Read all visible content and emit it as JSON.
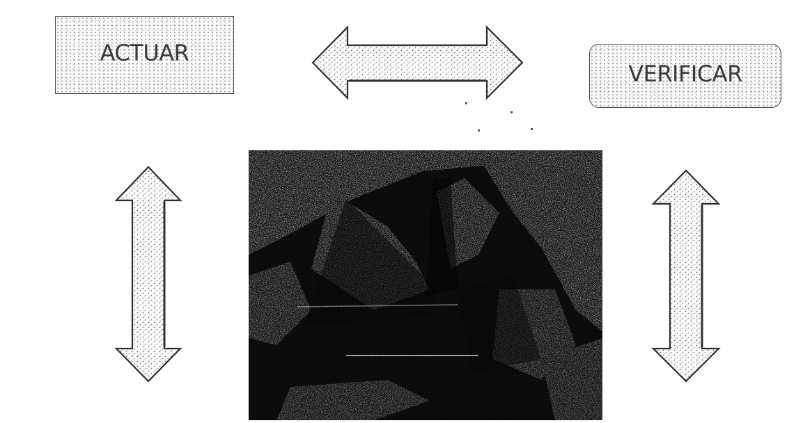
{
  "boxes": {
    "actuar": "ACTUAR",
    "verificar": "VERIFICAR"
  },
  "icons": {
    "horizontal_arrow": "double-headed-arrow-horizontal",
    "left_vertical_arrow": "double-headed-arrow-vertical",
    "right_vertical_arrow": "double-headed-arrow-vertical"
  },
  "colors": {
    "ink": "#3a3a3a",
    "paper": "#ffffff"
  }
}
